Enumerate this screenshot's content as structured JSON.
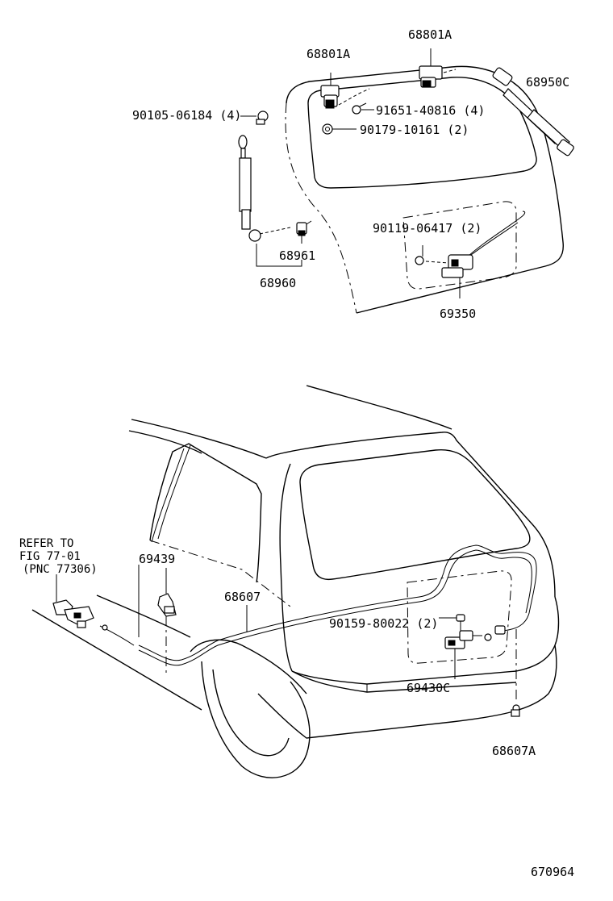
{
  "labels": {
    "p68801A_left": "68801A",
    "p68801A_right": "68801A",
    "p68950C": "68950C",
    "p90105": "90105-06184 (4)",
    "p91651": "91651-40816 (4)",
    "p90179": "90179-10161 (2)",
    "p90119": "90119-06417 (2)",
    "p68961": "68961",
    "p68960": "68960",
    "p69350": "69350",
    "refer_line1": "REFER TO",
    "refer_line2": "FIG 77-01",
    "refer_line3": "(PNC 77306)",
    "p69439": "69439",
    "p68607": "68607",
    "p90159": "90159-80022 (2)",
    "p69430C": "69430C",
    "p68607A": "68607A",
    "figure_number": "670964"
  }
}
